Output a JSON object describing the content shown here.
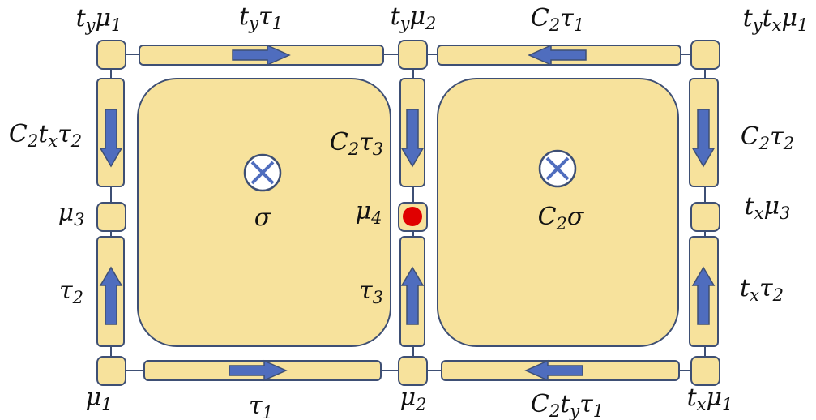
{
  "colors": {
    "fill": "#F7E29C",
    "stroke": "#3E4F74",
    "arrow": "#4F6DBE",
    "dot": "#E00000"
  },
  "labels": {
    "ty_mu1": "t<sub>y</sub>μ<sub>1</sub>",
    "ty_tau1": "t<sub>y</sub>τ<sub>1</sub>",
    "ty_mu2": "t<sub>y</sub>μ<sub>2</sub>",
    "c2_tau1": "C<sub>2</sub>τ<sub>1</sub>",
    "ty_tx_mu1": "t<sub>y</sub>t<sub>x</sub>μ<sub>1</sub>",
    "c2_tx_tau2": "C<sub>2</sub>t<sub>x</sub>τ<sub>2</sub>",
    "c2_tau3": "C<sub>2</sub>τ<sub>3</sub>",
    "c2_tau2": "C<sub>2</sub>τ<sub>2</sub>",
    "mu3": "μ<sub>3</sub>",
    "mu4": "μ<sub>4</sub>",
    "tx_mu3": "t<sub>x</sub>μ<sub>3</sub>",
    "tau2": "τ<sub>2</sub>",
    "tau3": "τ<sub>3</sub>",
    "tx_tau2": "t<sub>x</sub>τ<sub>2</sub>",
    "mu1": "μ<sub>1</sub>",
    "tau1": "τ<sub>1</sub>",
    "mu2": "μ<sub>2</sub>",
    "c2_ty_tau1": "C<sub>2</sub>t<sub>y</sub>τ<sub>1</sub>",
    "tx_mu1": "t<sub>x</sub>μ<sub>1</sub>",
    "sigma": "σ",
    "c2_sigma": "C<sub>2</sub>σ"
  }
}
